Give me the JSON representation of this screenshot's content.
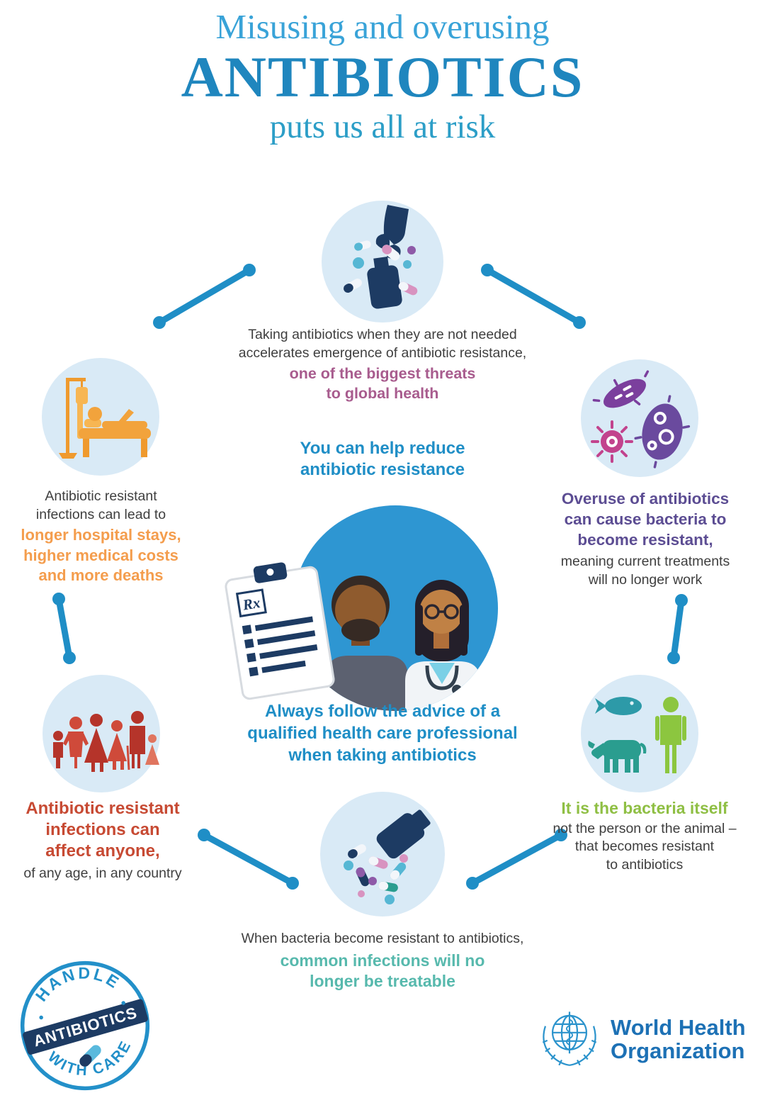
{
  "header": {
    "title_line1": "Misusing and overusing",
    "title_line2": "ANTIBIOTICS",
    "title_line3": "puts us all at risk"
  },
  "top_section": {
    "text_plain": "Taking antibiotics when they are not needed\naccelerates emergence of antibiotic resistance,",
    "text_accent": "one of the biggest threats\nto global health"
  },
  "center_section": {
    "lead": "You can help reduce\nantibiotic resistance",
    "advice": "Always follow the advice of a\nqualified health care professional\nwhen taking antibiotics",
    "rx_label": "Rx"
  },
  "hospital_section": {
    "text_plain": "Antibiotic resistant\ninfections can lead to",
    "text_accent": "longer hospital stays,\nhigher medical costs\nand more deaths"
  },
  "bacteria_section": {
    "text_accent": "Overuse of antibiotics\ncan cause bacteria to\nbecome resistant,",
    "text_plain": "meaning current treatments\nwill no longer work"
  },
  "anyone_section": {
    "text_accent": "Antibiotic resistant\ninfections can\naffect anyone,",
    "text_plain": "of any age, in any country"
  },
  "animal_section": {
    "text_accent": "It is the bacteria itself",
    "text_plain": "not the person or the animal –\nthat becomes resistant\nto antibiotics"
  },
  "bottom_section": {
    "text_plain": "When bacteria become resistant to antibiotics,",
    "text_accent": "common infections will no\nlonger be treatable"
  },
  "badge": {
    "arc_top": "HANDLE",
    "banner": "ANTIBIOTICS",
    "arc_bottom": "WITH CARE"
  },
  "who_logo": {
    "name_line1": "World Health",
    "name_line2": "Organization"
  },
  "colors": {
    "title_light_blue": "#39a3d8",
    "title_bold_blue": "#1f86be",
    "body_dark": "#3f3f3f",
    "accent_purple": "#a85c8e",
    "accent_blue": "#1f8ec6",
    "accent_orange": "#f49d4d",
    "accent_violet": "#5c4d93",
    "accent_red": "#c74a33",
    "accent_green": "#8fbf44",
    "accent_teal": "#57b9ad",
    "icon_navy": "#1d3b63",
    "icon_circle_bg": "#d9eaf6",
    "center_circle_blue": "#2e96d2",
    "who_blue": "#1d71b5"
  }
}
